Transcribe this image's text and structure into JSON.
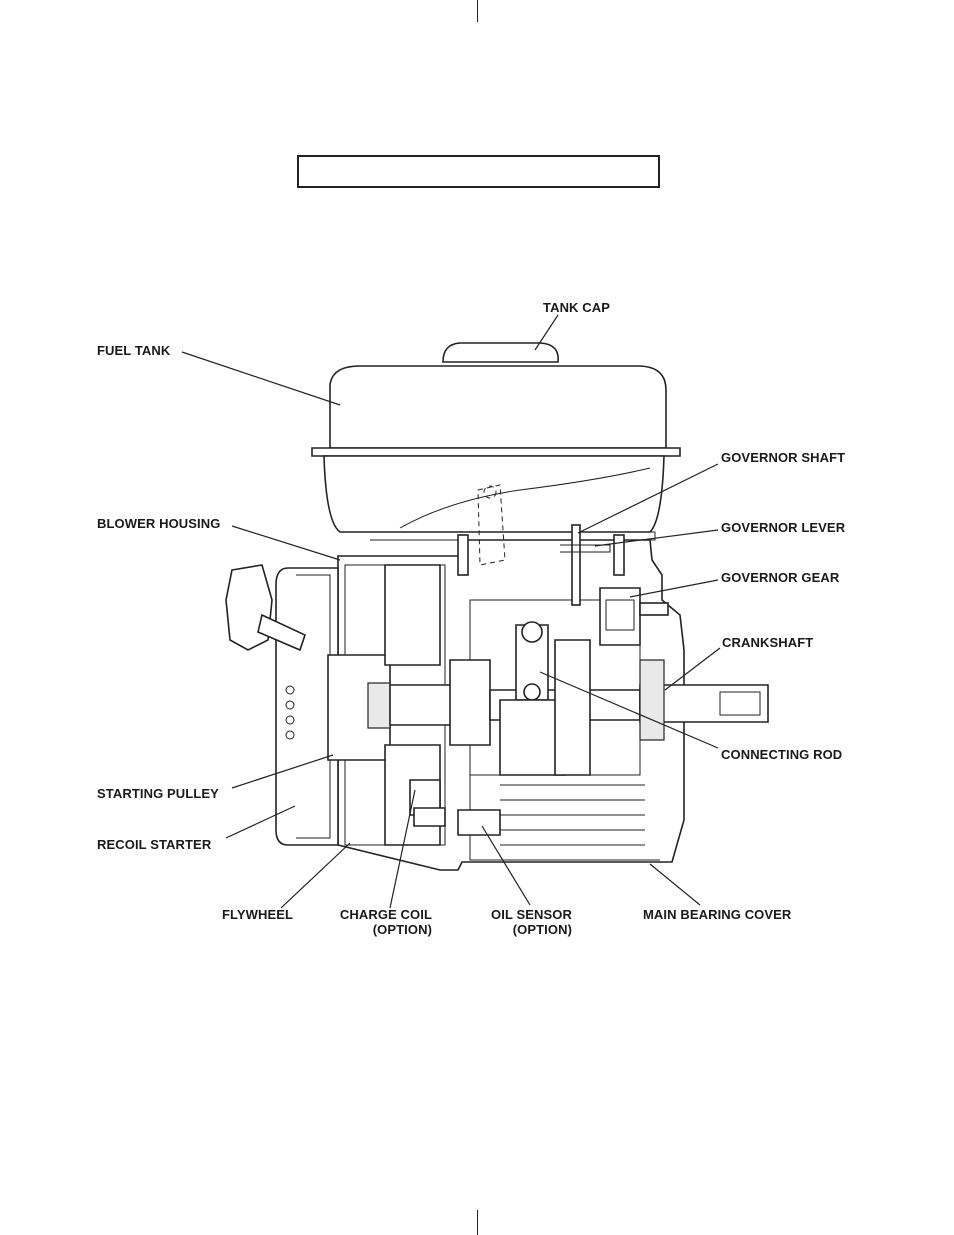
{
  "title_box": "",
  "labels": {
    "tank_cap": "TANK CAP",
    "fuel_tank": "FUEL TANK",
    "governor_shaft": "GOVERNOR SHAFT",
    "blower_housing": "BLOWER HOUSING",
    "governor_lever": "GOVERNOR LEVER",
    "governor_gear": "GOVERNOR GEAR",
    "crankshaft": "CRANKSHAFT",
    "connecting_rod": "CONNECTING ROD",
    "starting_pulley": "STARTING PULLEY",
    "recoil_starter": "RECOIL STARTER",
    "flywheel": "FLYWHEEL",
    "charge_coil": "CHARGE COIL",
    "charge_coil_note": "(OPTION)",
    "oil_sensor": "OIL SENSOR",
    "oil_sensor_note": "(OPTION)",
    "main_bearing_cover": "MAIN BEARING COVER"
  }
}
